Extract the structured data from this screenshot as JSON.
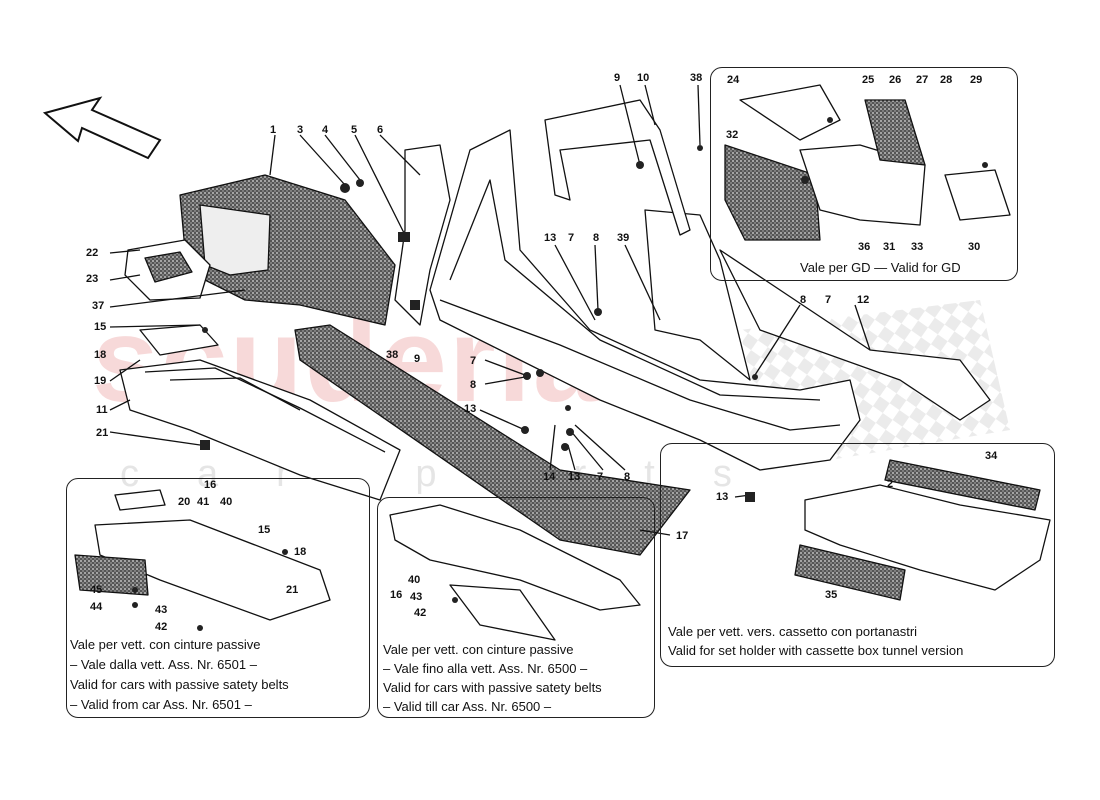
{
  "watermark": {
    "main": "scuderia",
    "sub": "car parts"
  },
  "callouts": [
    "1",
    "3",
    "4",
    "5",
    "6",
    "9",
    "10",
    "38",
    "24",
    "25",
    "26",
    "27",
    "28",
    "29",
    "32",
    "36",
    "31",
    "33",
    "30",
    "22",
    "23",
    "37",
    "15",
    "18",
    "19",
    "11",
    "21",
    "38",
    "9",
    "13",
    "7",
    "8",
    "39",
    "8",
    "7",
    "12",
    "7",
    "8",
    "13",
    "14",
    "13",
    "7",
    "8",
    "13",
    "17",
    "16",
    "20",
    "41",
    "40",
    "15",
    "18",
    "45",
    "44",
    "43",
    "42",
    "21",
    "40",
    "16",
    "43",
    "42",
    "2",
    "34",
    "35"
  ],
  "notes": {
    "gd": "Vale per GD — Valid for GD",
    "passive_from": [
      "Vale per vett. con cinture passive",
      "– Vale dalla vett. Ass. Nr. 6501 –",
      "Valid for cars with passive satety belts",
      "– Valid from car Ass. Nr. 6501 –"
    ],
    "passive_till": [
      "Vale per vett. con cinture passive",
      "– Vale fino alla vett. Ass. Nr. 6500 –",
      "Valid for cars with passive satety belts",
      "– Valid till car Ass. Nr. 6500 –"
    ],
    "cassette": [
      "Vale per vett. vers. cassetto con portanastri",
      "Valid for set holder with cassette box tunnel version"
    ]
  }
}
